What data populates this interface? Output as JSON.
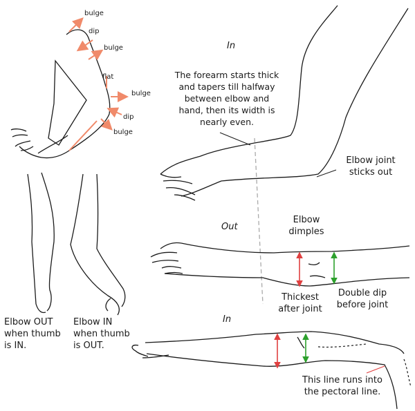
{
  "annotations": {
    "bulge_1": "bulge",
    "dip_1": "dip",
    "bulge_2": "bulge",
    "flat": "flat",
    "bulge_3": "bulge",
    "dip_2": "dip",
    "bulge_4": "bulge"
  },
  "poses": {
    "in_top": "In",
    "out_mid": "Out",
    "in_bottom": "In"
  },
  "notes": {
    "forearm": [
      "The forearm starts thick",
      "and tapers till halfway",
      "between elbow and",
      "hand, then its width is",
      "nearly even."
    ],
    "elbow_joint": [
      "Elbow joint",
      "sticks out"
    ],
    "elbow_dimples": [
      "Elbow",
      "dimples"
    ],
    "thickest": [
      "Thickest",
      "after joint"
    ],
    "double_dip": [
      "Double dip",
      "before joint"
    ],
    "elbow_out": [
      "Elbow OUT",
      "when thumb",
      "is IN."
    ],
    "elbow_in": [
      "Elbow IN",
      "when thumb",
      "is OUT."
    ],
    "pectoral": [
      "This line runs into",
      "the pectoral line."
    ]
  },
  "colors": {
    "arrow": "#f08a6a",
    "thick_arrow": "#e04040",
    "dip_arrow": "#2ca02c",
    "guide": "#aaaaaa",
    "line": "#1a1a1a"
  }
}
